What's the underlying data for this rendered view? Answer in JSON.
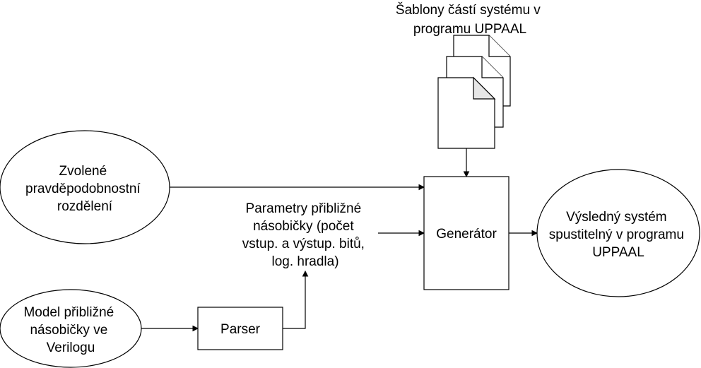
{
  "diagram": {
    "nodes": {
      "templates_label": {
        "lines": [
          "Šablony částí systému v",
          "programu UPPAAL"
        ]
      },
      "distribution": {
        "lines": [
          "Zvolené",
          "pravděpodobnostní",
          "rozdělení"
        ]
      },
      "parameters": {
        "lines": [
          "Parametry přibližné",
          "násobičky (počet",
          "vstup. a výstup. bitů,",
          "log. hradla)"
        ]
      },
      "generator": {
        "lines": [
          "Generátor"
        ]
      },
      "result": {
        "lines": [
          "Výsledný systém",
          "spustitelný v programu",
          "UPPAAL"
        ]
      },
      "model": {
        "lines": [
          "Model přibližné",
          "násobičky ve",
          "Verilogu"
        ]
      },
      "parser": {
        "lines": [
          "Parser"
        ]
      }
    },
    "edges": [
      {
        "from": "templates",
        "to": "generator"
      },
      {
        "from": "distribution",
        "to": "generator"
      },
      {
        "from": "parameters",
        "to": "generator"
      },
      {
        "from": "generator",
        "to": "result"
      },
      {
        "from": "model",
        "to": "parser"
      },
      {
        "from": "parser",
        "to": "parameters"
      }
    ]
  }
}
